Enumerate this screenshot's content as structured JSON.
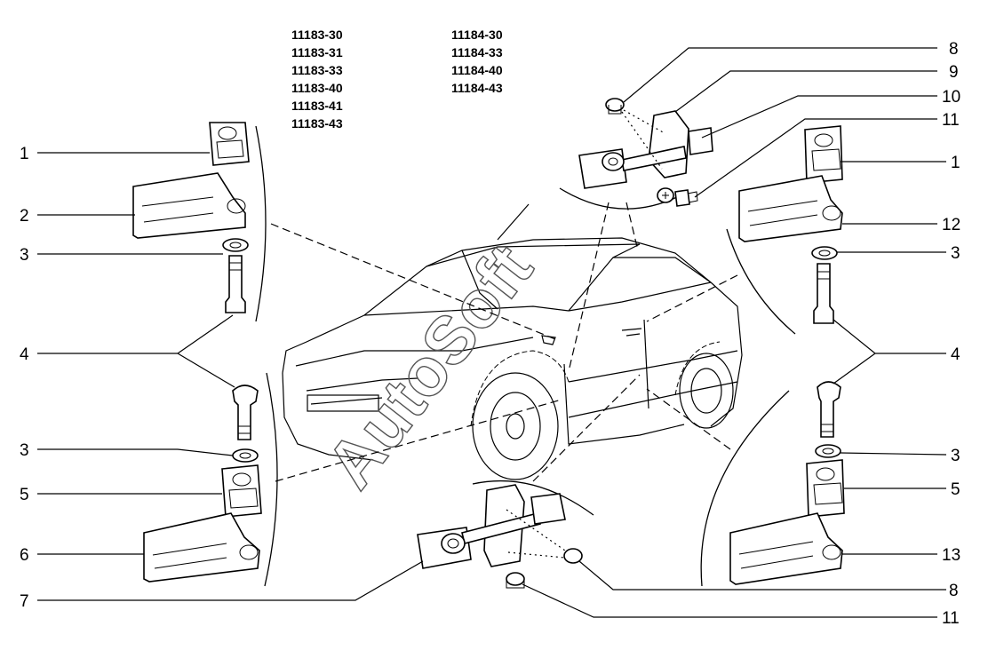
{
  "codes_left": [
    "11183-30",
    "11183-31",
    "11183-33",
    "11183-40",
    "11183-41",
    "11183-43"
  ],
  "codes_right": [
    "11184-30",
    "11184-33",
    "11184-40",
    "11184-43"
  ],
  "watermark": "AutoSoft",
  "callouts_left": [
    "1",
    "2",
    "3",
    "4",
    "3",
    "5",
    "6",
    "7"
  ],
  "callouts_right": [
    "8",
    "9",
    "10",
    "11",
    "1",
    "12",
    "3",
    "4",
    "3",
    "5",
    "13",
    "8",
    "11"
  ]
}
